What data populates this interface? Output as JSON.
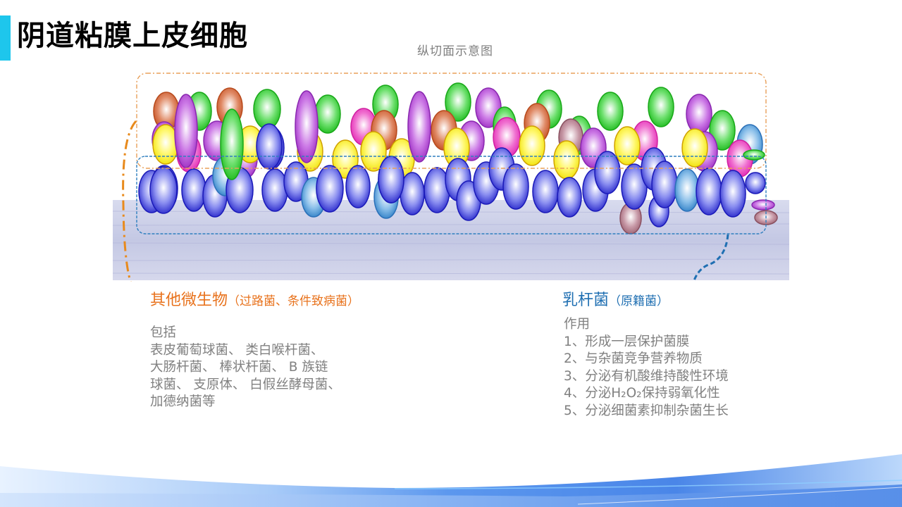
{
  "slide": {
    "title": "阴道粘膜上皮细胞",
    "subtitle": "纵切面示意图",
    "accent_color": "#1ec6ec"
  },
  "diagram": {
    "description": "Longitudinal section of vaginal mucosa epithelium with microbial layers",
    "upper_box_color": "#e8a05a",
    "lower_box_color": "#2f7fbf",
    "lactobacillus_color": "#2d2dcc",
    "tissue_color": "#c9cce6"
  },
  "other_microbes": {
    "heading": "其他微生物",
    "heading_sub": "（过路菌、条件致病菌）",
    "color": "#e8721c",
    "lines": [
      "包括",
      "表皮葡萄球菌、 类白喉杆菌、",
      "大肠杆菌、 棒状杆菌、 B  族链",
      "球菌、 支原体、 白假丝酵母菌、",
      "加德纳菌等"
    ]
  },
  "lactobacillus": {
    "heading": "乳杆菌",
    "heading_sub": "（原籍菌）",
    "color": "#1f6fb2",
    "intro": "作用",
    "items": [
      "1、形成一层保护菌膜",
      "2、与杂菌竞争营养物质",
      "3、分泌有机酸维持酸性环境",
      "4、分泌H₂O₂保持弱氧化性",
      "5、分泌细菌素抑制杂菌生长"
    ]
  },
  "text_color": "#808080"
}
